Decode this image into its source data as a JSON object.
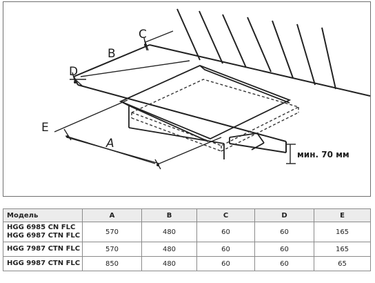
{
  "diagram": {
    "labels": {
      "a": "A",
      "b": "B",
      "c": "C",
      "d": "D",
      "e": "E"
    },
    "min_gap_note": "мин. 70 мм"
  },
  "table": {
    "headers": [
      "Модель",
      "A",
      "B",
      "C",
      "D",
      "E"
    ],
    "rows": [
      {
        "models": [
          "HGG 6985 CN FLC",
          "HGG 6987 CTN FLC"
        ],
        "a": "570",
        "b": "480",
        "c": "60",
        "d": "60",
        "e": "165"
      },
      {
        "models": [
          "HGG 7987 CTN FLC"
        ],
        "a": "570",
        "b": "480",
        "c": "60",
        "d": "60",
        "e": "165"
      },
      {
        "models": [
          "HGG 9987 CTN FLC"
        ],
        "a": "850",
        "b": "480",
        "c": "60",
        "d": "60",
        "e": "65"
      }
    ]
  }
}
